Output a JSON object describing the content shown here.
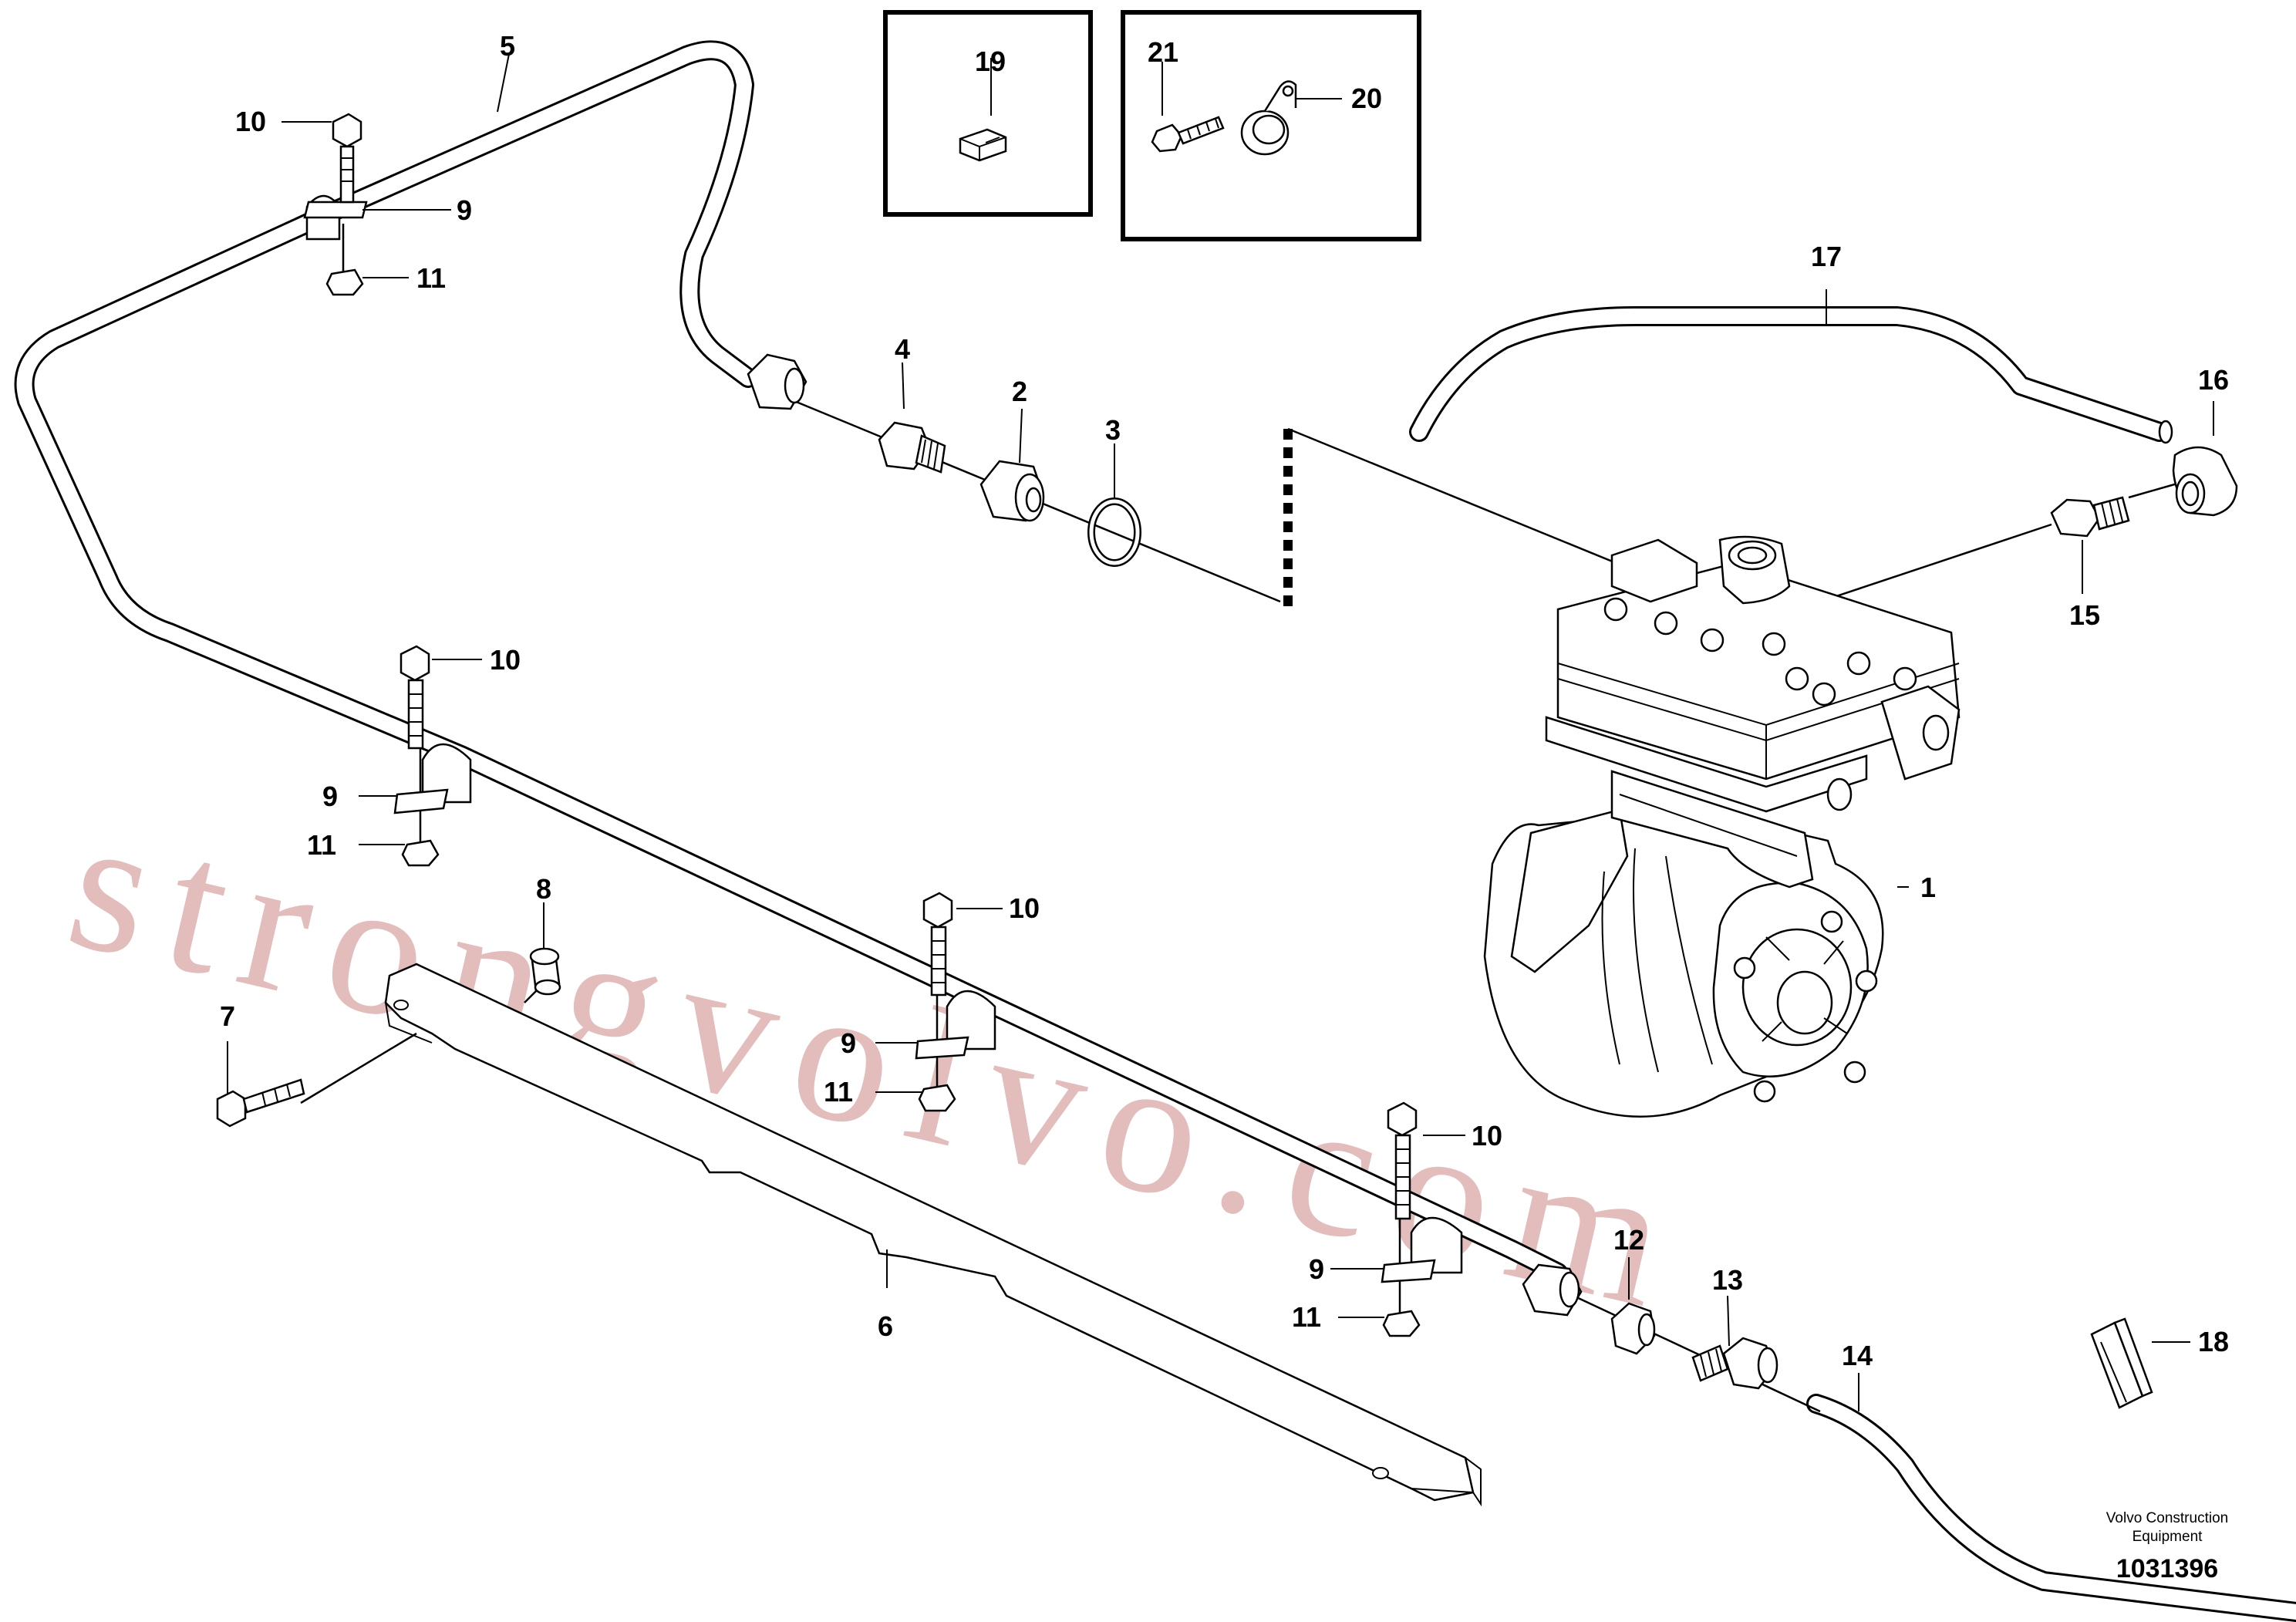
{
  "watermark": "strongvolvo.com",
  "brand": {
    "line1": "Volvo Construction",
    "line2": "Equipment",
    "doc_number": "1031396"
  },
  "callouts": {
    "c1": "1",
    "c2": "2",
    "c3": "3",
    "c4": "4",
    "c5": "5",
    "c6": "6",
    "c7": "7",
    "c8": "8",
    "c9": "9",
    "c10": "10",
    "c11": "11",
    "c12": "12",
    "c13": "13",
    "c14": "14",
    "c15": "15",
    "c16": "16",
    "c17": "17",
    "c18": "18",
    "c19": "19",
    "c20": "20",
    "c21": "21"
  }
}
